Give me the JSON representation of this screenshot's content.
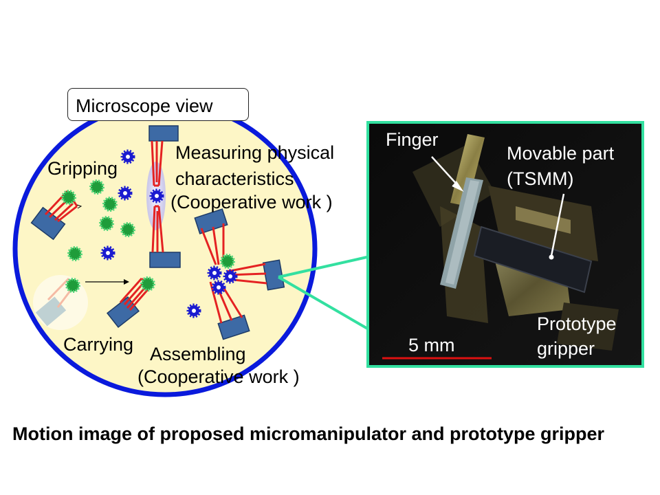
{
  "diagram": {
    "microscope_label": "Microscope view",
    "labels": {
      "gripping": "Gripping",
      "measuring_line1": "Measuring physical",
      "measuring_line2": "characteristics",
      "measuring_coop": "(Cooperative  work )",
      "carrying": "Carrying",
      "assembling": "Assembling",
      "assembling_coop": "(Cooperative  work )"
    },
    "photo": {
      "finger": "Finger",
      "movable_line1": "Movable part",
      "movable_line2": "(TSMM)",
      "prototype_line1": "Prototype",
      "prototype_line2": "gripper",
      "scale": "5 mm"
    },
    "colors": {
      "scope_fill": "#fdf6c6",
      "scope_border": "#0a1adc",
      "connector": "#33e0a0",
      "gripper_body": "#3d6aa5",
      "finger": "#e42222",
      "green_particle": "#1f9c3a",
      "blue_particle": "#1b1bd0",
      "scale_bar": "#dd1111"
    }
  },
  "caption": "Motion image of proposed micromanipulator and prototype gripper"
}
